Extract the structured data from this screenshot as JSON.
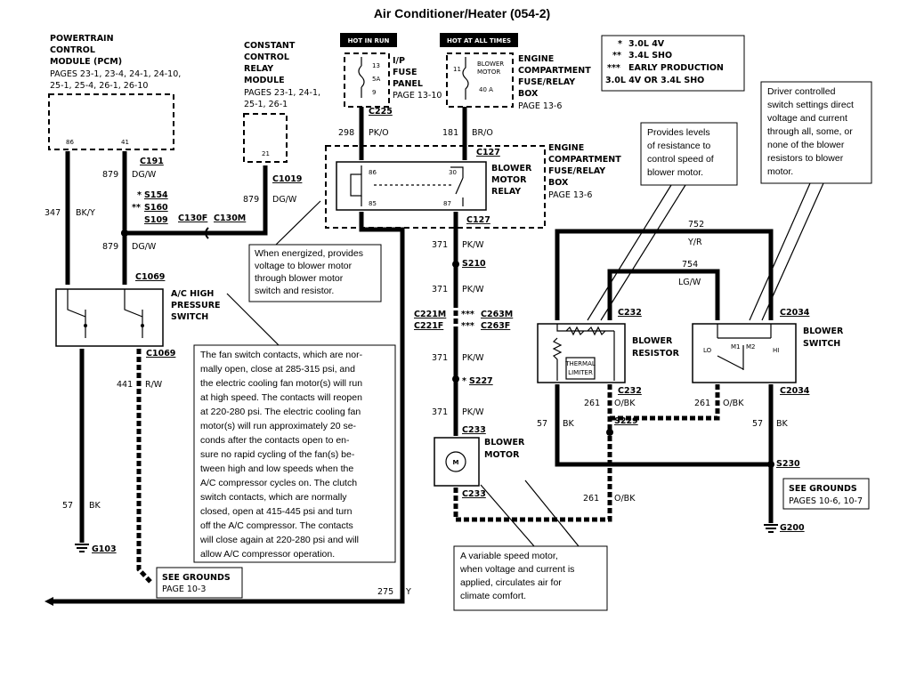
{
  "title": "Air Conditioner/Heater (054-2)",
  "components": {
    "pcm": {
      "lines": [
        "POWERTRAIN",
        "CONTROL",
        "MODULE (PCM)"
      ],
      "pages": [
        "PAGES 23-1, 23-4, 24-1, 24-10,",
        "25-1, 25-4, 26-1, 26-10"
      ],
      "pin_left": "86",
      "pin_right": "41"
    },
    "ccrm": {
      "lines": [
        "CONSTANT",
        "CONTROL",
        "RELAY",
        "MODULE"
      ],
      "pages": [
        "PAGES 23-1, 24-1,",
        "25-1, 26-1"
      ],
      "pin": "21"
    },
    "hot_in_run": "HOT IN RUN",
    "hot_at_all_times": "HOT AT ALL TIMES",
    "ip_fuse": {
      "lines": [
        "I/P",
        "FUSE",
        "PANEL"
      ],
      "page": "PAGE 13-10",
      "fuse_top": "13",
      "fuse_rating": "5A",
      "fuse_bottom": "9"
    },
    "ecfrb_top": {
      "lines": [
        "ENGINE",
        "COMPARTMENT",
        "FUSE/RELAY",
        "BOX"
      ],
      "page": "PAGE 13-6",
      "fuse_num": "11",
      "fuse_name_1": "BLOWER",
      "fuse_name_2": "MOTOR",
      "fuse_rating": "40 A"
    },
    "ecfrb_mid": {
      "lines": [
        "ENGINE",
        "COMPARTMENT",
        "FUSE/RELAY",
        "BOX"
      ],
      "page": "PAGE 13-6"
    },
    "blower_relay": {
      "lines": [
        "BLOWER",
        "MOTOR",
        "RELAY"
      ],
      "pin86": "86",
      "pin85": "85",
      "pin30": "30",
      "pin87": "87"
    },
    "ac_switch": {
      "lines": [
        "A/C HIGH",
        "PRESSURE",
        "SWITCH"
      ]
    },
    "blower_resistor": {
      "lines": [
        "BLOWER",
        "RESISTOR"
      ],
      "thermal_1": "THERMAL",
      "thermal_2": "LIMITER"
    },
    "blower_switch": {
      "lines": [
        "BLOWER",
        "SWITCH"
      ],
      "lo": "LO",
      "m1": "M1",
      "m2": "M2",
      "hi": "HI"
    },
    "blower_motor": {
      "lines": [
        "BLOWER",
        "MOTOR"
      ],
      "symbol": "M"
    }
  },
  "legend": {
    "l1_sym": "*",
    "l1": "3.0L 4V",
    "l2_sym": "**",
    "l2": "3.4L SHO",
    "l3_sym": "***",
    "l3": "EARLY PRODUCTION",
    "l4": "3.0L 4V OR 3.4L SHO"
  },
  "wires": {
    "w298": "298",
    "w298c": "PK/O",
    "w181": "181",
    "w181c": "BR/O",
    "w879a": "879",
    "w879ac": "DG/W",
    "w879b": "879",
    "w879bc": "DG/W",
    "w879c": "879",
    "w879cc": "DG/W",
    "w347": "347",
    "w347c": "BK/Y",
    "w441": "441",
    "w441c": "R/W",
    "w57a": "57",
    "w57ac": "BK",
    "w371a": "371",
    "w371ac": "PK/W",
    "w371b": "371",
    "w371bc": "PK/W",
    "w371c": "371",
    "w371cc": "PK/W",
    "w371d": "371",
    "w371dc": "PK/W",
    "w752": "752",
    "w752c": "Y/R",
    "w754": "754",
    "w754c": "LG/W",
    "w261a": "261",
    "w261ac": "O/BK",
    "w261b": "261",
    "w261bc": "O/BK",
    "w261c": "261",
    "w261cc": "O/BK",
    "w57b": "57",
    "w57bc": "BK",
    "w57c": "57",
    "w57cc": "BK",
    "w275": "275",
    "w275c": "Y"
  },
  "connectors": {
    "c225": "C225",
    "c127a": "C127",
    "c127b": "C127",
    "c191": "C191",
    "c1019": "C1019",
    "s154": "S154",
    "s160": "S160",
    "s109": "S109",
    "s154_sym": "*",
    "s160_sym": "**",
    "c130f": "C130F",
    "c130m": "C130M",
    "c1069a": "C1069",
    "c1069b": "C1069",
    "s210": "S210",
    "c221m": "C221M",
    "c221f": "C221F",
    "c263m": "C263M",
    "c263f": "C263F",
    "c263m_sym": "***",
    "c263f_sym": "***",
    "s227": "S227",
    "s227_sym": "*",
    "c233a": "C233",
    "c233b": "C233",
    "c232a": "C232",
    "c232b": "C232",
    "c2034a": "C2034",
    "c2034b": "C2034",
    "s229": "S229",
    "s230": "S230",
    "g103": "G103",
    "g200": "G200"
  },
  "notes": {
    "energized": [
      "When energized, provides",
      "voltage to blower motor",
      "through  blower motor",
      "switch and resistor."
    ],
    "fan_switch": [
      "The fan switch contacts, which are nor-",
      "mally open, close at 285-315 psi, and",
      "the electric cooling fan motor(s) will run",
      "at high speed. The contacts will reopen",
      "at 220-280 psi. The electric cooling fan",
      "motor(s) will run approximately 20 se-",
      "conds after the contacts open to en-",
      "sure no rapid cycling of the fan(s) be-",
      "tween high and low speeds when the",
      "A/C compressor cycles on. The clutch",
      "switch contacts, which are normally",
      "closed, open at 415-445 psi and turn",
      "off the A/C compressor. The contacts",
      "will close again at 220-280 psi and will",
      "allow A/C compressor operation."
    ],
    "resistance": [
      "Provides levels",
      "of resistance to",
      "control speed of",
      "blower motor."
    ],
    "driver": [
      "Driver controlled",
      "switch settings direct",
      "voltage and current",
      "through all, some, or",
      "none of the blower",
      "resistors to blower",
      "motor."
    ],
    "variable": [
      "A variable speed motor,",
      "when  voltage and current is",
      "applied, circulates air for",
      "climate comfort."
    ],
    "grounds_left": {
      "head": "SEE GROUNDS",
      "page": "PAGE 10-3"
    },
    "grounds_right": {
      "head": "SEE GROUNDS",
      "page": "PAGES 10-6, 10-7"
    }
  }
}
